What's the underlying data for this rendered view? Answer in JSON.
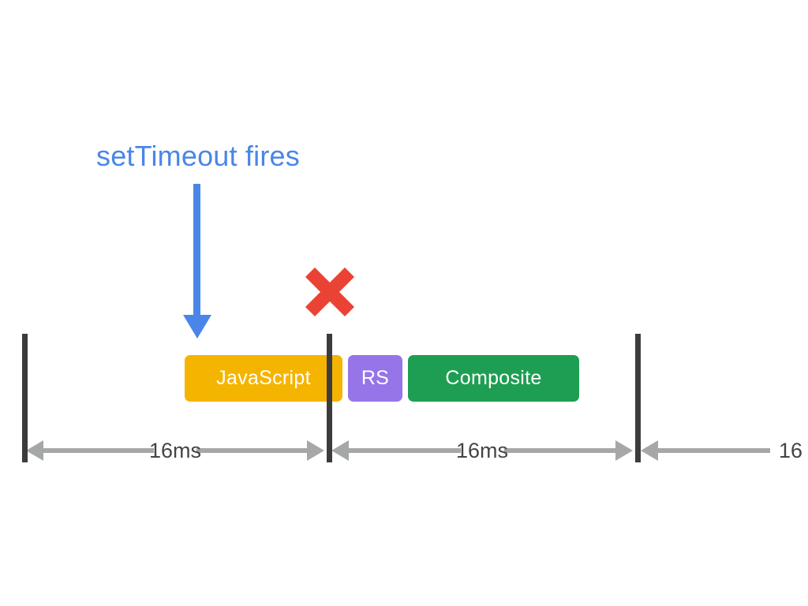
{
  "diagram": {
    "title": "setTimeout frame timeline",
    "background_color": "#ffffff",
    "annotation": {
      "text": "setTimeout fires",
      "color": "#4a86e8",
      "arrow_icon": "down-arrow-icon"
    },
    "missed_frame_marker": {
      "icon": "x-mark-icon",
      "color": "#ea4335"
    },
    "frame_boundaries": {
      "tick_color": "#3c3c3c",
      "count": 3
    },
    "tasks": [
      {
        "label": "JavaScript",
        "color": "#f5b400",
        "text_color": "#ffffff"
      },
      {
        "label": "RS",
        "color": "#9575e8",
        "text_color": "#ffffff"
      },
      {
        "label": "Composite",
        "color": "#1e9e52",
        "text_color": "#ffffff"
      }
    ],
    "measurements": [
      {
        "label": "16ms",
        "color": "#a5a8a7",
        "text_color": "#444444"
      },
      {
        "label": "16ms",
        "color": "#a5a8a7",
        "text_color": "#444444"
      },
      {
        "label": "16",
        "color": "#a5a8a7",
        "text_color": "#444444",
        "truncated": true
      }
    ]
  }
}
